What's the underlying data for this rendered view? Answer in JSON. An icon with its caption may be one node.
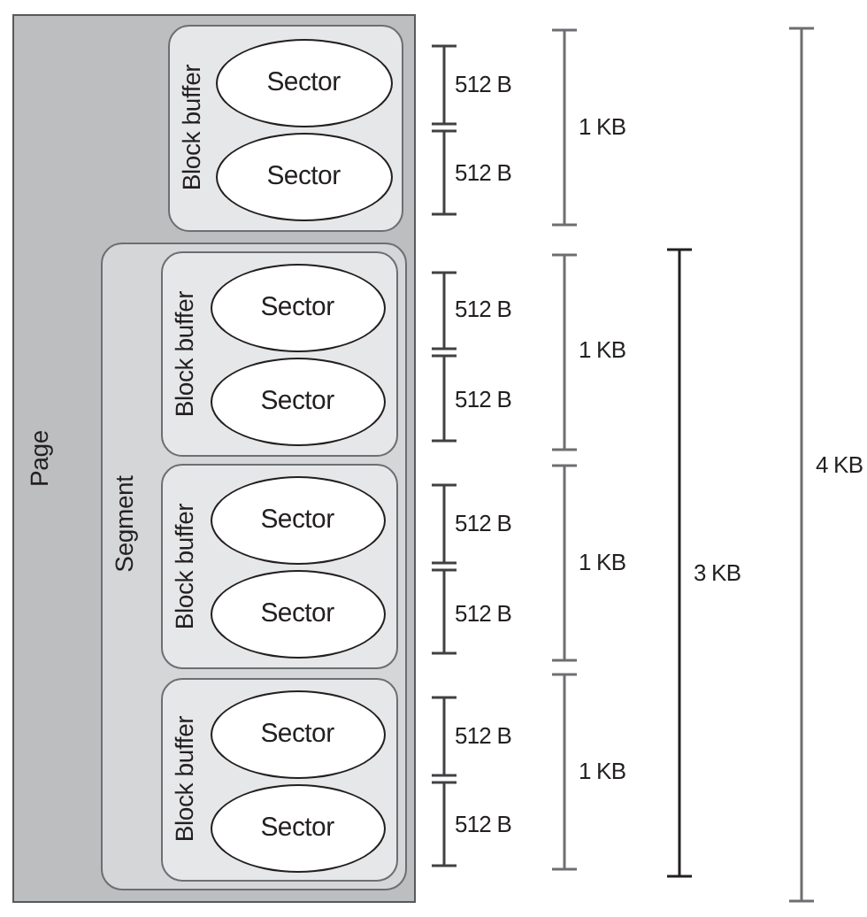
{
  "diagram": {
    "nodes": [
      {
        "text": [
          "Page"
        ]
      },
      {
        "text": [
          "Block buffer"
        ],
        "in": 0
      },
      {
        "text": [
          "Sector"
        ],
        "in": 1
      },
      {
        "text": [
          "Sector"
        ],
        "in": 1
      },
      {
        "text": [
          "Segment"
        ],
        "in": 0
      },
      {
        "text": [
          "Block buffer"
        ],
        "in": 4
      },
      {
        "text": [
          "Sector"
        ],
        "in": 5
      },
      {
        "text": [
          "Sector"
        ],
        "in": 5
      },
      {
        "text": [
          "Block buffer"
        ],
        "in": 4
      },
      {
        "text": [
          "Sector"
        ],
        "in": 8
      },
      {
        "text": [
          "Sector"
        ],
        "in": 8
      },
      {
        "text": [
          "Block buffer"
        ],
        "in": 4
      },
      {
        "text": [
          "Sector"
        ],
        "in": 11
      },
      {
        "text": [
          "Sector"
        ],
        "in": 11
      }
    ],
    "labels": [
      "512 B",
      "512 B",
      "1 KB",
      "512 B",
      "512 B",
      "1 KB",
      "512 B",
      "512 B",
      "1 KB",
      "512 B",
      "512 B",
      "1 KB",
      "3 KB",
      "4 KB"
    ]
  }
}
